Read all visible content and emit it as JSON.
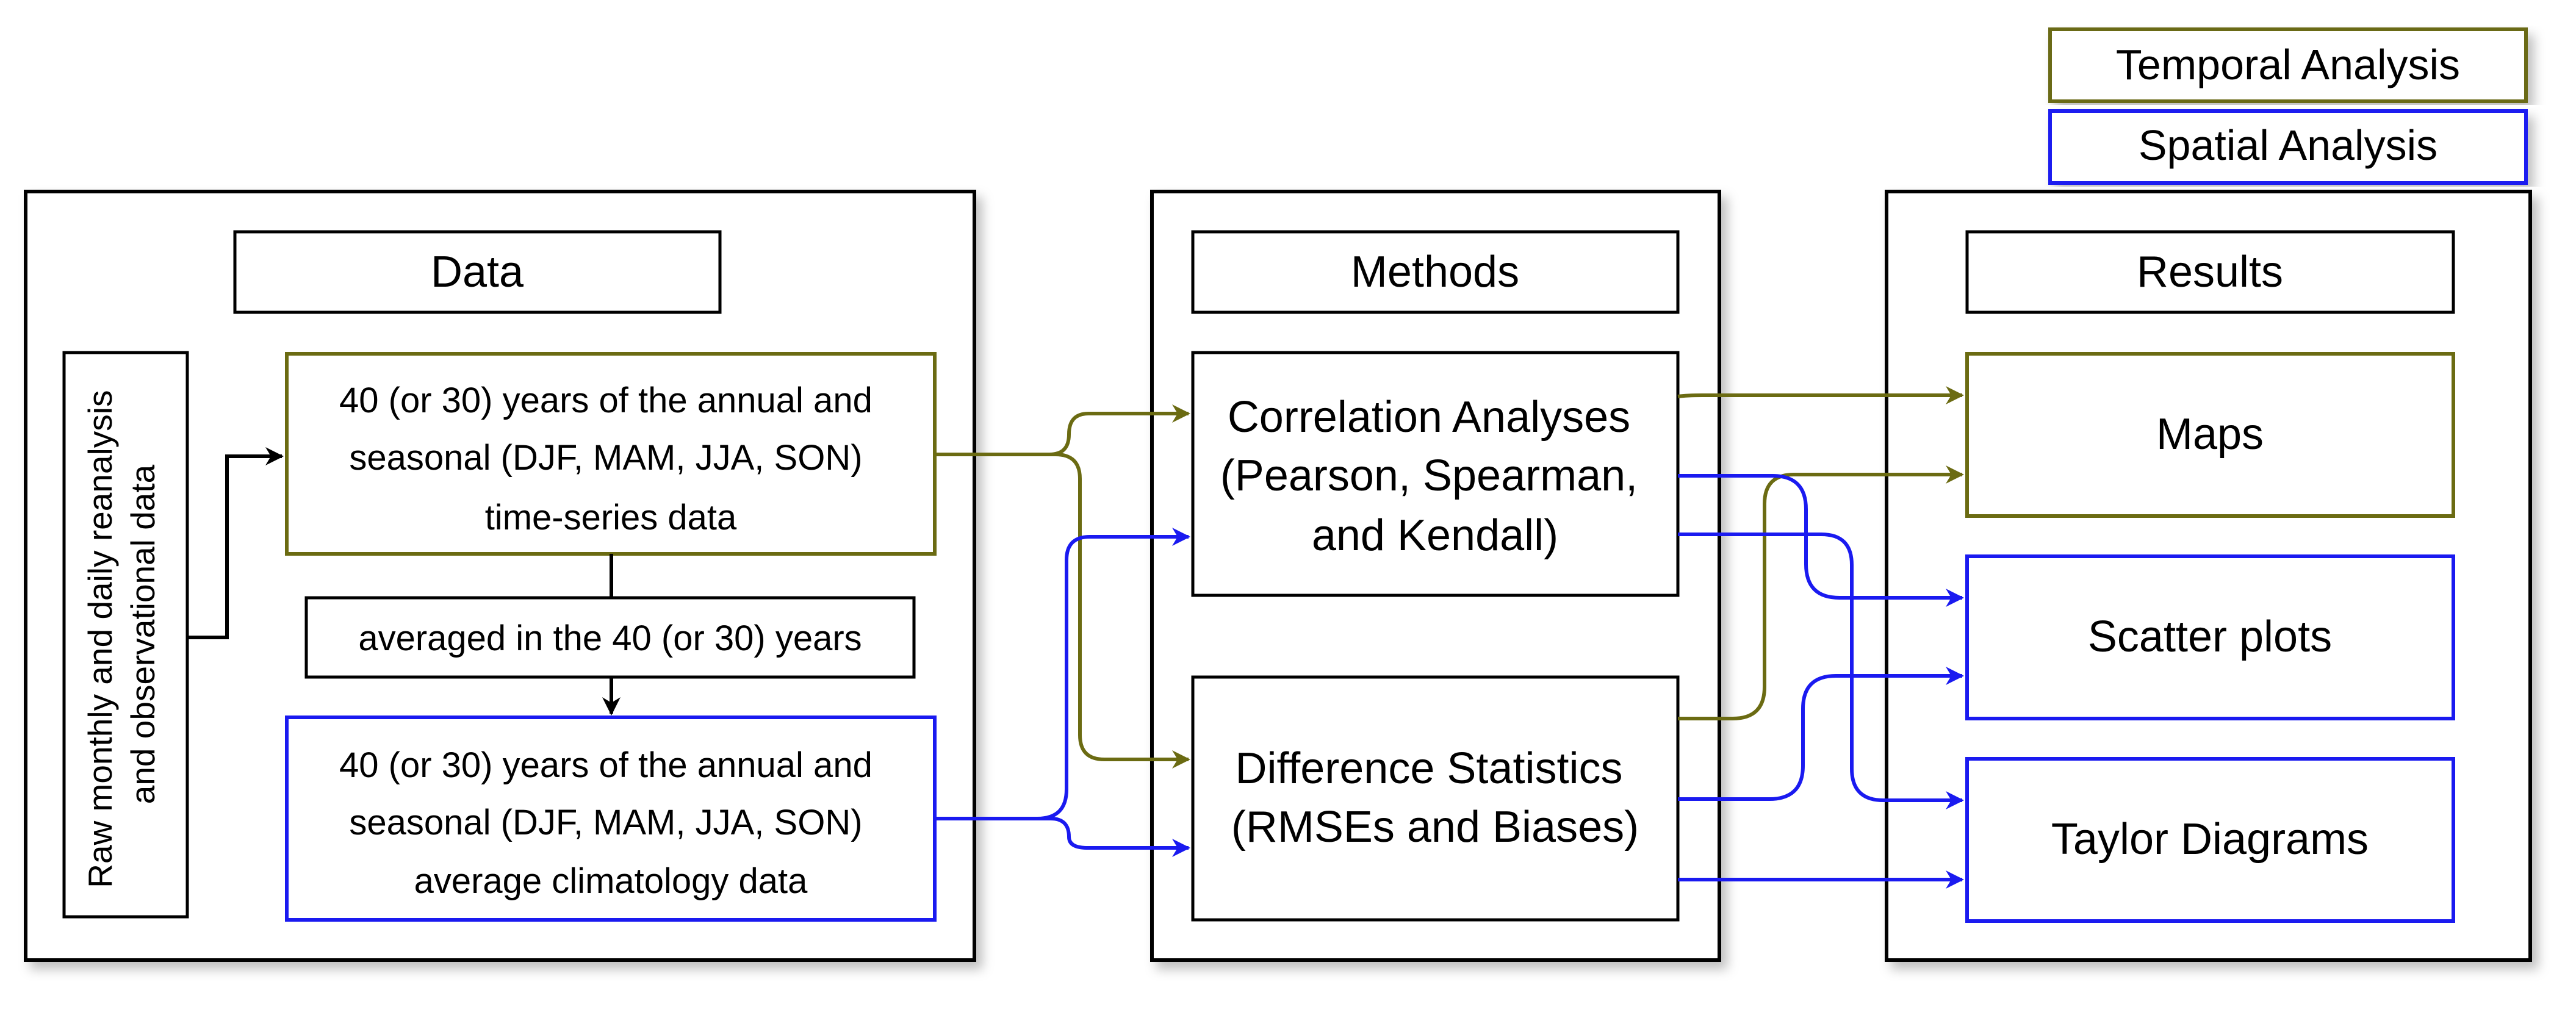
{
  "legend": {
    "temporal": "Temporal Analysis",
    "spatial": "Spatial Analysis"
  },
  "data_panel": {
    "title": "Data",
    "raw_line1": "Raw monthly and daily reanalysis",
    "raw_line2": "and observational data",
    "timeseries_line1": "40 (or 30) years of the annual and",
    "timeseries_line2": "seasonal (DJF, MAM, JJA, SON)",
    "timeseries_line3": "time-series data",
    "averaged": "averaged in the 40 (or 30) years",
    "climatology_line1": "40 (or 30) years of the annual and",
    "climatology_line2": "seasonal (DJF, MAM, JJA, SON)",
    "climatology_line3": "average climatology data"
  },
  "methods_panel": {
    "title": "Methods",
    "correlation_line1": "Correlation Analyses",
    "correlation_line2": "(Pearson, Spearman,",
    "correlation_line3": "and Kendall)",
    "difference_line1": "Difference Statistics",
    "difference_line2": "(RMSEs and Biases)"
  },
  "results_panel": {
    "title": "Results",
    "maps": "Maps",
    "scatter": "Scatter plots",
    "taylor": "Taylor Diagrams"
  },
  "colors": {
    "temporal": "#6b6b12",
    "spatial": "#1a1af0",
    "outline": "#000000"
  }
}
